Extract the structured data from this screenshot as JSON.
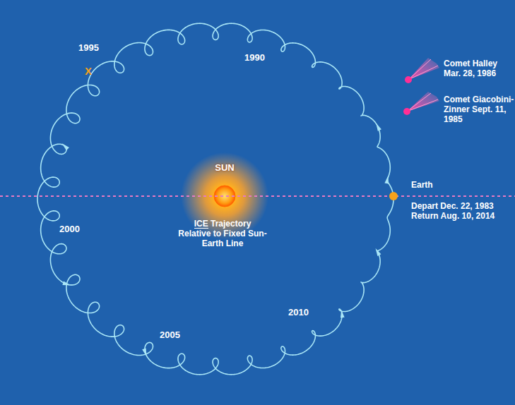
{
  "diagram": {
    "nodes": [
      {
        "text": [
          "SUN"
        ]
      }
    ],
    "labels": [
      "1995",
      "X",
      "1990",
      "2000",
      "2005",
      "2010",
      "Comet Halley Mar. 28, 1986",
      "Comet Giacobini-Zinner Sept. 11, 1985",
      "Earth",
      "Depart Dec. 22, 1983 Return Aug. 10, 2014",
      "ICE Trajectory Relative to Fixed Sun-Earth Line"
    ]
  }
}
